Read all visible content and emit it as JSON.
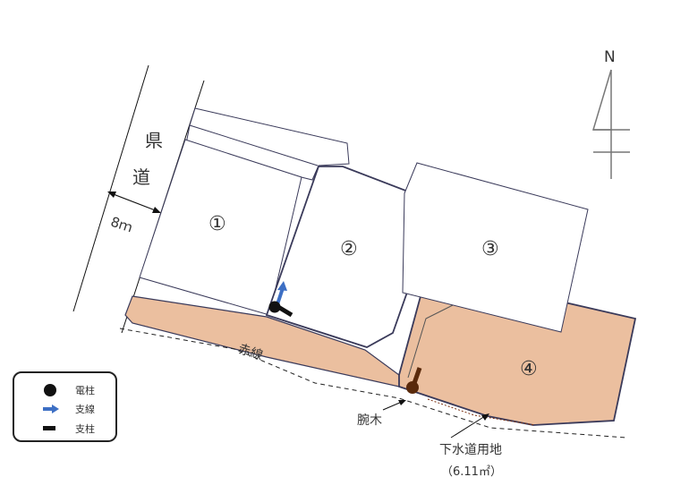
{
  "road": {
    "label_chars": [
      "県",
      "道"
    ],
    "width_label": "8ｍ"
  },
  "lots": [
    {
      "id": "lot-1",
      "label": "①"
    },
    {
      "id": "lot-2",
      "label": "②"
    },
    {
      "id": "lot-3",
      "label": "③"
    },
    {
      "id": "lot-4",
      "label": "④"
    }
  ],
  "labels": {
    "red_line": "赤線",
    "crossarm": "腕木",
    "sewer_land": "下水道用地",
    "sewer_area": "（6.11㎡）"
  },
  "north": {
    "label": "N"
  },
  "legend": {
    "items": [
      {
        "symbol": "utility-pole",
        "label": "電柱"
      },
      {
        "symbol": "guy-wire",
        "label": "支線"
      },
      {
        "symbol": "support-pole",
        "label": "支柱"
      }
    ]
  },
  "colors": {
    "shaded_fill": "#ebbf9f",
    "lot_outline": "#3a3a5a",
    "guy_wire_blue": "#3d6fc4",
    "crossarm_brown": "#5a2a0c"
  }
}
